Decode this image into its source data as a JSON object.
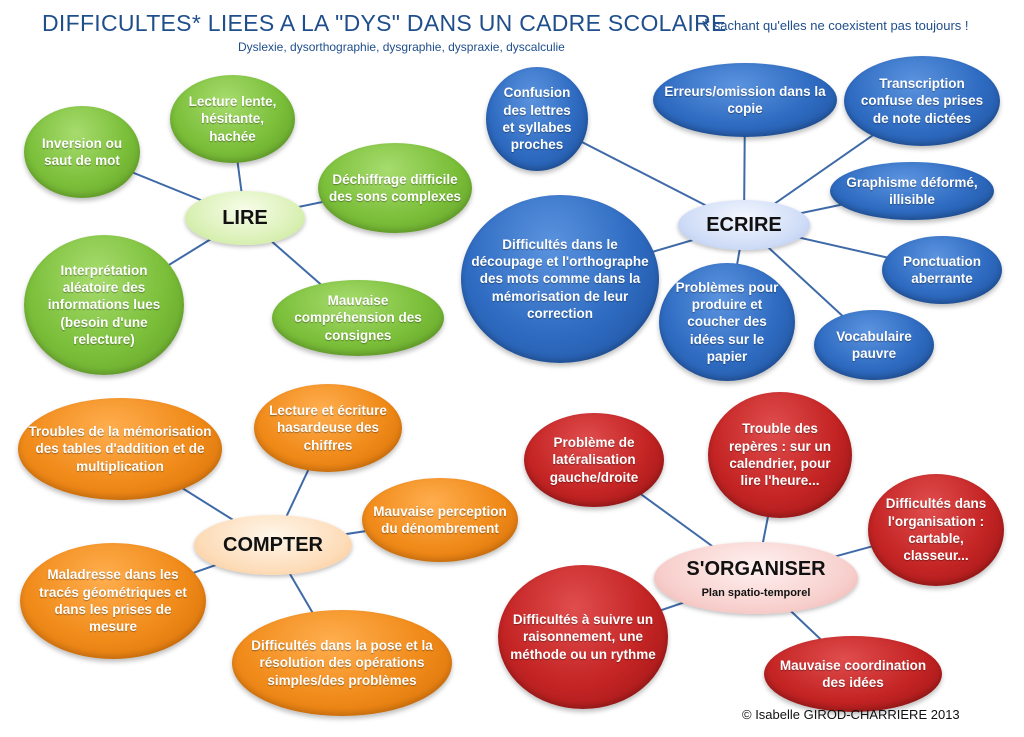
{
  "header": {
    "title": "DIFFICULTES* LIEES A LA \"DYS\" DANS UN CADRE SCOLAIRE",
    "note_star": "*",
    "note": "sachant qu'elles ne coexistent pas toujours !",
    "subtitle": "Dyslexie, dysorthographie, dysgraphie, dyspraxie, dyscalculie"
  },
  "colors": {
    "title": "#1f4e8c",
    "lire": "#7bbf3a",
    "ecrire": "#2e6bc1",
    "compter": "#f08a19",
    "organiser": "#c42424"
  },
  "hubs": {
    "lire": {
      "label": "LIRE"
    },
    "ecrire": {
      "label": "ECRIRE"
    },
    "compter": {
      "label": "COMPTER"
    },
    "organiser": {
      "label": "S'ORGANISER",
      "sublabel": "Plan spatio-temporel"
    }
  },
  "lire": [
    "Lecture lente, hésitante, hachée",
    "Inversion ou saut de mot",
    "Déchiffrage difficile des sons complexes",
    "Interprétation aléatoire des informations lues (besoin d'une relecture)",
    "Mauvaise compréhension des consignes"
  ],
  "ecrire": [
    "Confusion des lettres et syllabes proches",
    "Erreurs/omission dans la copie",
    "Transcription confuse des prises de note dictées",
    "Graphisme déformé, illisible",
    "Ponctuation aberrante",
    "Vocabulaire pauvre",
    "Problèmes pour produire et coucher des idées sur le papier",
    "Difficultés dans le découpage et l'orthographe des mots comme dans la mémorisation de leur correction"
  ],
  "compter": [
    "Troubles de la mémorisation des tables d'addition et de multiplication",
    "Lecture et écriture hasardeuse des chiffres",
    "Mauvaise perception du dénombrement",
    "Maladresse dans les tracés géométriques et dans les prises de mesure",
    "Difficultés dans la pose et la résolution des opérations simples/des problèmes"
  ],
  "organiser": [
    "Problème de latéralisation gauche/droite",
    "Trouble des repères : sur un calendrier, pour lire l'heure...",
    "Difficultés dans l'organisation : cartable, classeur...",
    "Difficultés à suivre un raisonnement, une méthode ou un rythme",
    "Mauvaise coordination des idées"
  ],
  "footer": {
    "copyright": "© Isabelle GIROD-CHARRIERE 2013"
  }
}
